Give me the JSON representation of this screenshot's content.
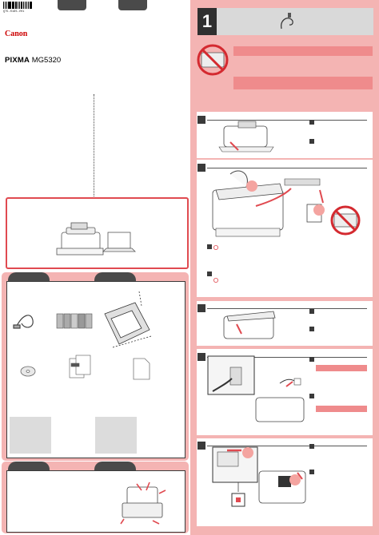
{
  "header": {
    "barcode_number": "QT5-0185-V01",
    "brand": "Canon",
    "model_bold": "PIXMA",
    "model_rest": " MG5320"
  },
  "step": {
    "number": "1"
  },
  "colors": {
    "brand_red": "#cc0000",
    "panel_pink": "#f4b4b3",
    "banner_pink": "#ef8b8c",
    "dark_tab": "#4a4a4a"
  },
  "icons": {
    "step_header": "usb-cable-icon",
    "prohibited": "no-symbol-icon",
    "included_items": [
      "usb-cable-icon",
      "ink-tanks-icon",
      "manual-booklet-icon",
      "cd-rom-icon",
      "documents-icon",
      "paper-sheet-icon"
    ]
  }
}
